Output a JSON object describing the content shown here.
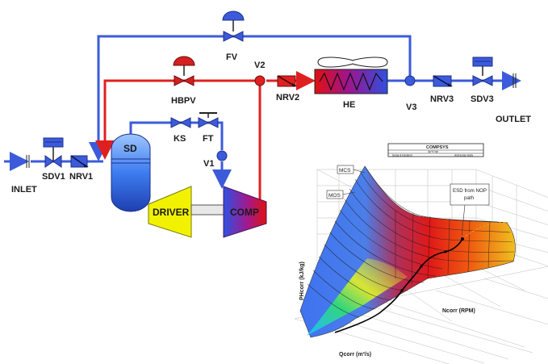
{
  "diagram": {
    "labels": {
      "inlet": "INLET",
      "outlet": "OUTLET",
      "sdv1": "SDV1",
      "nrv1": "NRV1",
      "sd": "SD",
      "ks": "KS",
      "ft": "FT",
      "v1": "V1",
      "v2": "V2",
      "v3": "V3",
      "fv": "FV",
      "hbpv": "HBPV",
      "nrv2": "NRV2",
      "he": "HE",
      "nrv3": "NRV3",
      "sdv3": "SDV3",
      "driver": "DRIVER",
      "comp": "COMP"
    },
    "colors": {
      "cold_line": "#3b5bdb",
      "hot_line": "#e02020",
      "driver_fill": "#f2f200",
      "valve_blue": "#3b5bdb",
      "valve_red": "#d42020"
    }
  },
  "surface_plot": {
    "header": {
      "title": "COMPSYS",
      "row2": "4p^4 hpl",
      "row3_left": "Surge & transient",
      "row3_right": "Anti-surge study"
    },
    "callouts": {
      "mcs": "MCS",
      "mos": "MOS",
      "esd": "ESD from NOP path"
    },
    "axes": {
      "z": "PHcorr (kJ/kg)",
      "y": "Ncorr (RPM)",
      "x": "Qcorr (m³/s)"
    }
  }
}
